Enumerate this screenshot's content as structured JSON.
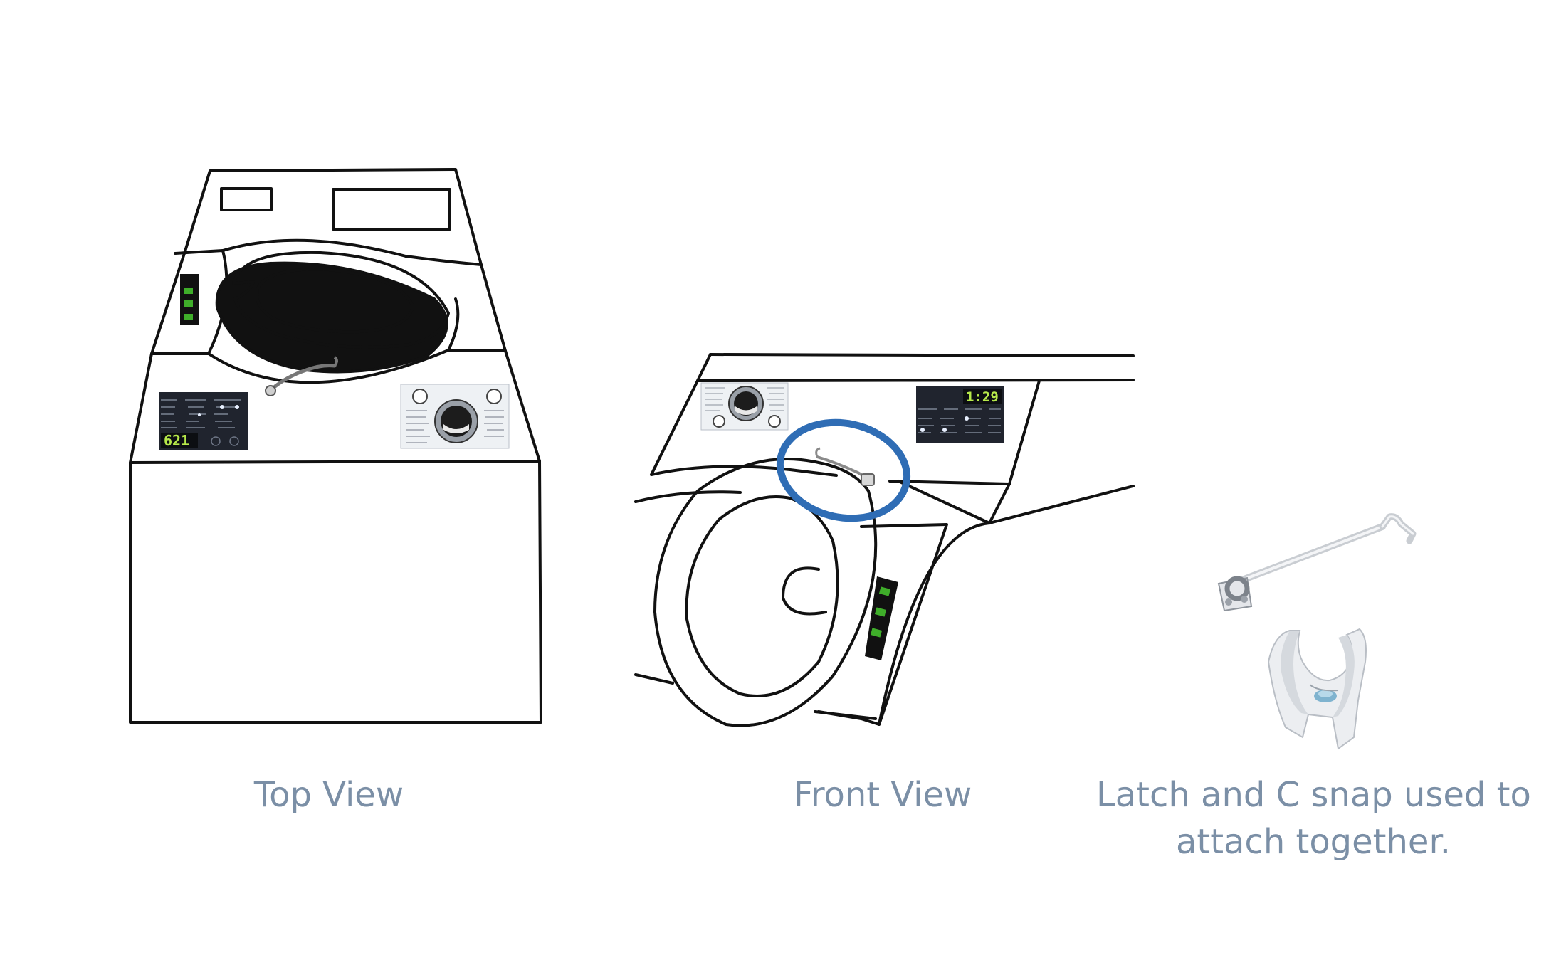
{
  "captions": {
    "top_view": "Top View",
    "front_view": "Front View",
    "latch_line1": "Latch and C snap used to",
    "latch_line2": "attach together."
  },
  "top_view_figure": {
    "display_value": "621"
  },
  "front_view_figure": {
    "display_value": "1:29",
    "highlight_color": "#2f6db5"
  },
  "colors": {
    "caption": "#7b8fa6",
    "lcd_digits": "#b6e84a",
    "led_green": "#3fae2a",
    "outline": "#111111"
  },
  "icons": {
    "latch_hook": "latch-hook-icon",
    "c_snap": "c-snap-icon"
  }
}
